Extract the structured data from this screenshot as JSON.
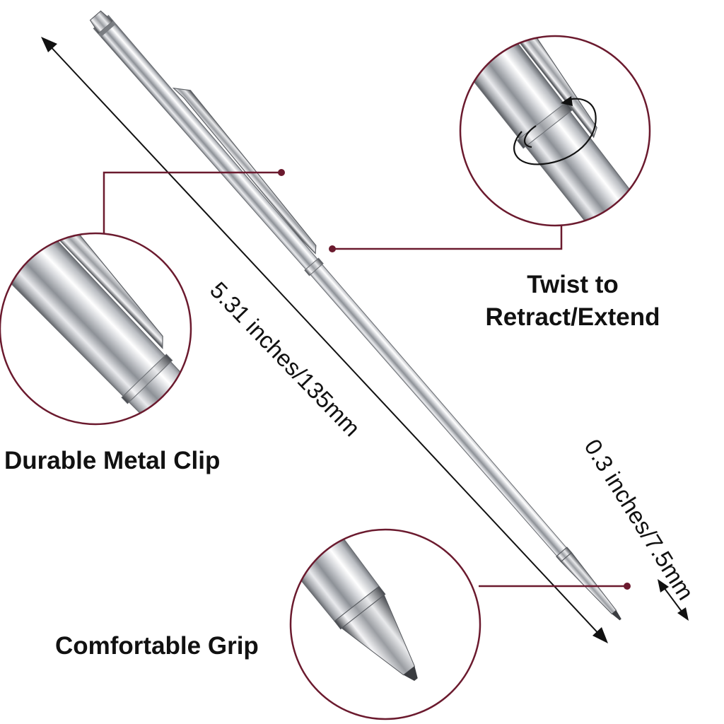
{
  "labels": {
    "twist_line1": "Twist to",
    "twist_line2": "Retract/Extend",
    "clip": "Durable Metal Clip",
    "grip": "Comfortable Grip",
    "length": "5.31 inches/135mm",
    "diameter": "0.3 inches/7.5mm"
  },
  "colors": {
    "callout": "#6b1a2e",
    "chrome_light": "#f7f7f8",
    "chrome_dark": "#4b4f55",
    "text": "#111111"
  },
  "icons": {
    "rotate": "rotate-arrow-icon",
    "length_arrow": "double-arrow-icon"
  }
}
